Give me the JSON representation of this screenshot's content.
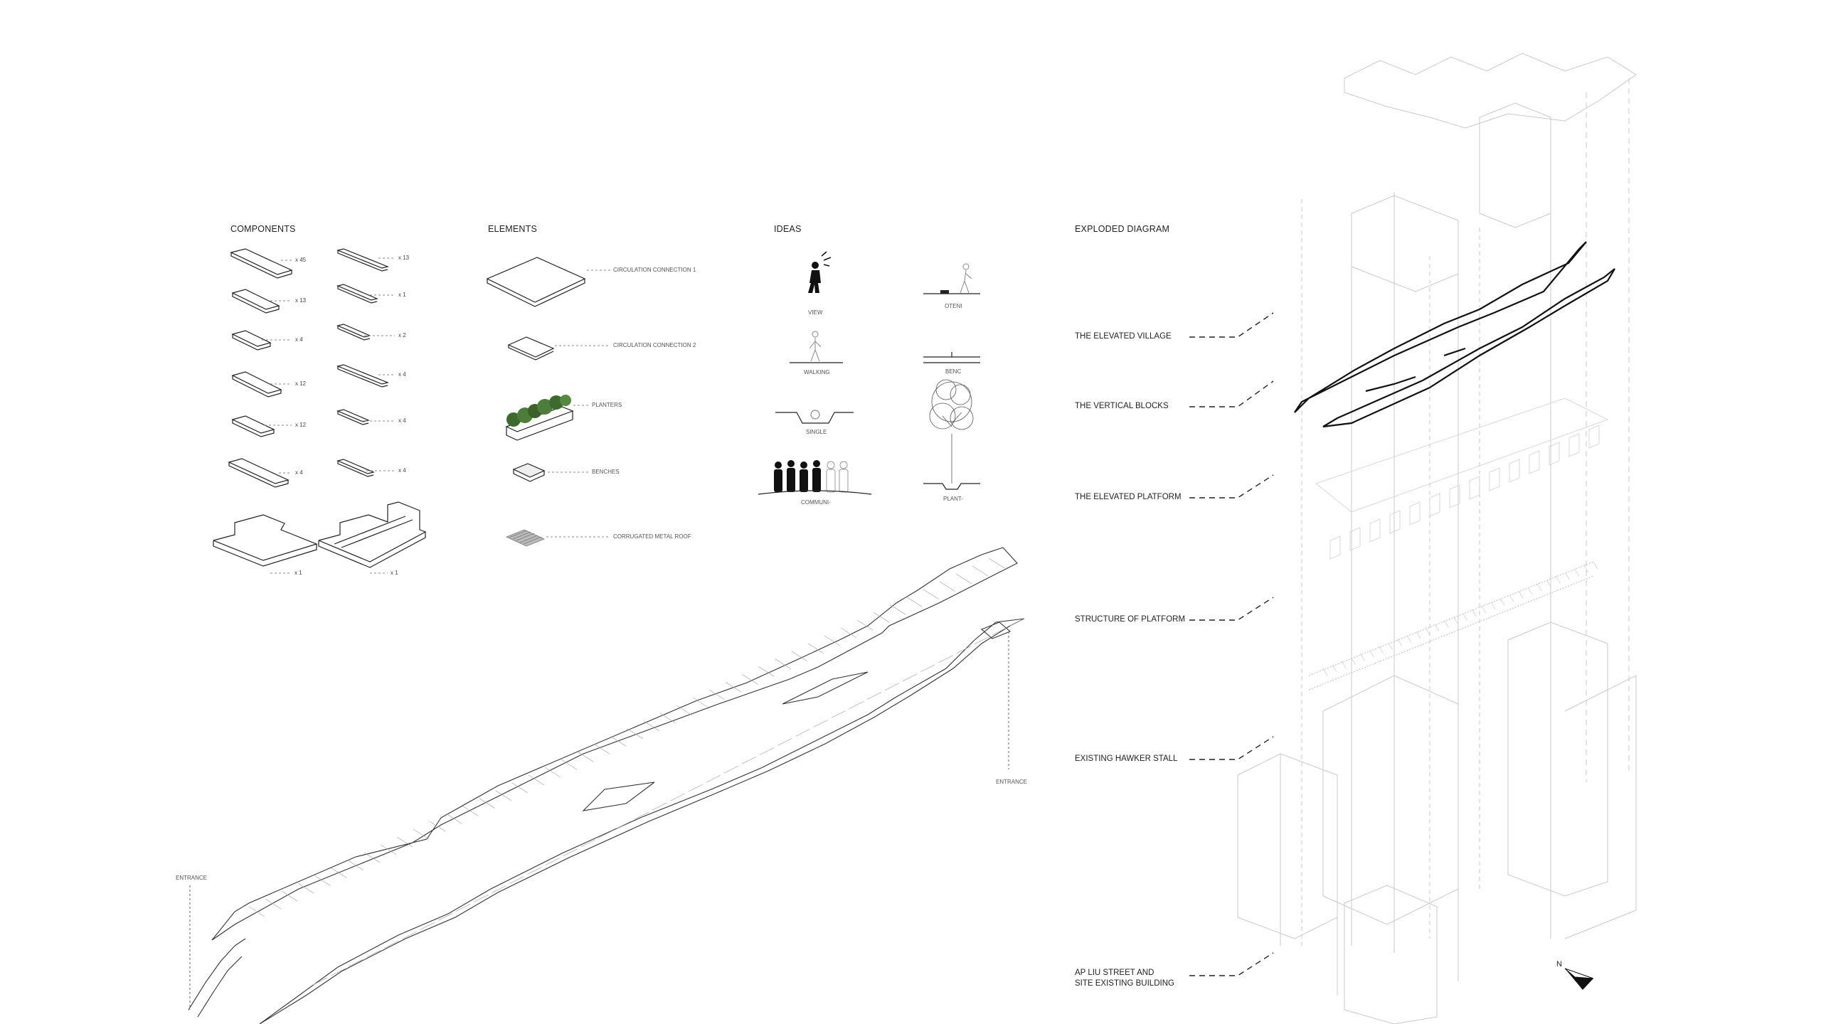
{
  "headings": {
    "components": "COMPONENTS",
    "elements": "ELEMENTS",
    "ideas": "IDEAS",
    "exploded": "EXPLODED DIAGRAM"
  },
  "components": {
    "left_counts": [
      "x 45",
      "x 13",
      "x 4",
      "x 12",
      "x 12",
      "x 4"
    ],
    "right_counts": [
      "x 13",
      "x 1",
      "x 2",
      "x 4",
      "x 4",
      "x 4"
    ],
    "big_counts": [
      "x 1",
      "x 1"
    ]
  },
  "elements": [
    "CIRCULATION CONNECTION 1",
    "CIRCULATION CONNECTION 2",
    "PLANTERS",
    "BENCHES",
    "CORRUGATED METAL ROOF"
  ],
  "ideas": {
    "left": [
      "VIEW",
      "WALKING",
      "SINGLE",
      "COMMUNI-"
    ],
    "right": [
      "OTENI",
      "BENC",
      "PLANT-"
    ]
  },
  "platform": {
    "entrance_left": "ENTRANCE",
    "entrance_right": "ENTRANCE"
  },
  "exploded_labels": [
    "THE ELEVATED VILLAGE",
    "THE VERTICAL BLOCKS",
    "THE ELEVATED PLATFORM",
    "STRUCTURE OF PLATFORM",
    "EXISTING HAWKER STALL",
    "AP LIU STREET AND",
    "SITE EXISTING BUILDING"
  ],
  "north": "N",
  "colors": {
    "ink": "#222222",
    "light": "#bbbbbb",
    "plant": "#3d6b2e"
  }
}
